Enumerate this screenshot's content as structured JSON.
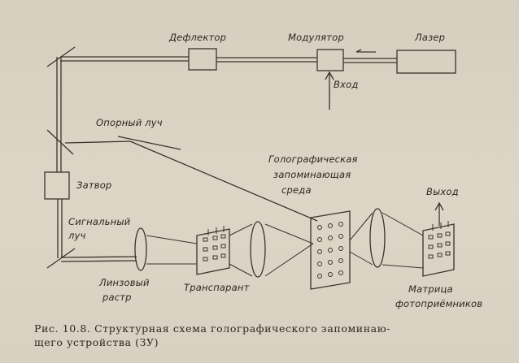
{
  "labels": {
    "deflector": "Дефлектор",
    "modulator": "Модулятор",
    "laser": "Лазер",
    "input": "Вход",
    "reference_beam": "Опорный луч",
    "holo_medium_1": "Голографическая",
    "holo_medium_2": "запоминающая",
    "holo_medium_3": "среда",
    "shutter": "Затвор",
    "signal_beam_1": "Сигнальный",
    "signal_beam_2": "луч",
    "output": "Выход",
    "lens_raster_1": "Линзовый",
    "lens_raster_2": "растр",
    "transparency": "Транспарант",
    "detector_matrix_1": "Матрица",
    "detector_matrix_2": "фотоприёмников"
  },
  "caption": {
    "line1": "Рис. 10.8. Структурная схема голографического запоминаю-",
    "line2": "щего устройства (ЗУ)"
  }
}
